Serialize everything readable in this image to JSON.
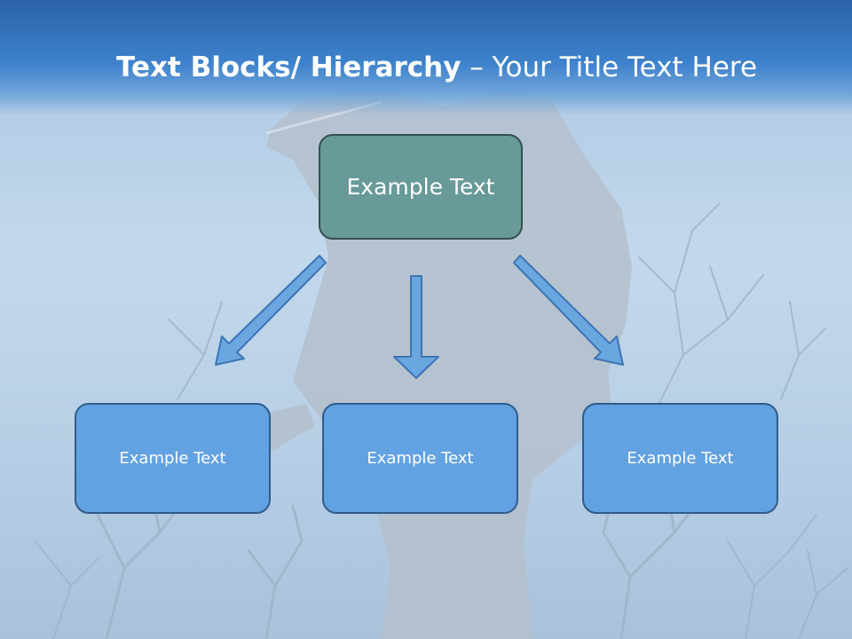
{
  "slide": {
    "title_bold": "Text Blocks/ Hierarchy",
    "title_dash": " – ",
    "title_regular": "Your Title Text Here"
  },
  "hierarchy": {
    "top": {
      "label": "Example Text"
    },
    "children": [
      {
        "label": "Example Text"
      },
      {
        "label": "Example Text"
      },
      {
        "label": "Example Text"
      }
    ]
  },
  "colors": {
    "header": "#2a62a8",
    "top_box_fill": "#679a98",
    "top_box_border": "#34504f",
    "child_box_fill": "#62a2e2",
    "child_box_border": "#2f5c8a",
    "arrow_fill": "#6aa6df",
    "arrow_stroke": "#3d74b3"
  }
}
